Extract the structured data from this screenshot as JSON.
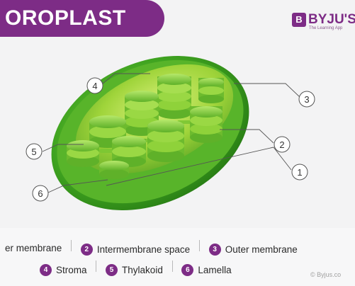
{
  "header": {
    "title": "OROPLAST",
    "brand_letter": "B",
    "brand_name": "BYJU'S",
    "brand_tagline": "The Learning App"
  },
  "callouts": [
    "1",
    "2",
    "3",
    "4",
    "5",
    "6"
  ],
  "legend": {
    "row1": [
      {
        "num": "",
        "label": "er membrane"
      },
      {
        "num": "2",
        "label": "Intermembrane space"
      },
      {
        "num": "3",
        "label": "Outer membrane"
      }
    ],
    "row2": [
      {
        "num": "4",
        "label": "Stroma"
      },
      {
        "num": "5",
        "label": "Thylakoid"
      },
      {
        "num": "6",
        "label": "Lamella"
      }
    ]
  },
  "copyright": "© Byjus.co",
  "colors": {
    "accent": "#7d2c86",
    "membrane_outer": "#3f9a1c",
    "stroma": "#9fd43a",
    "grana": "#8fd23a"
  }
}
